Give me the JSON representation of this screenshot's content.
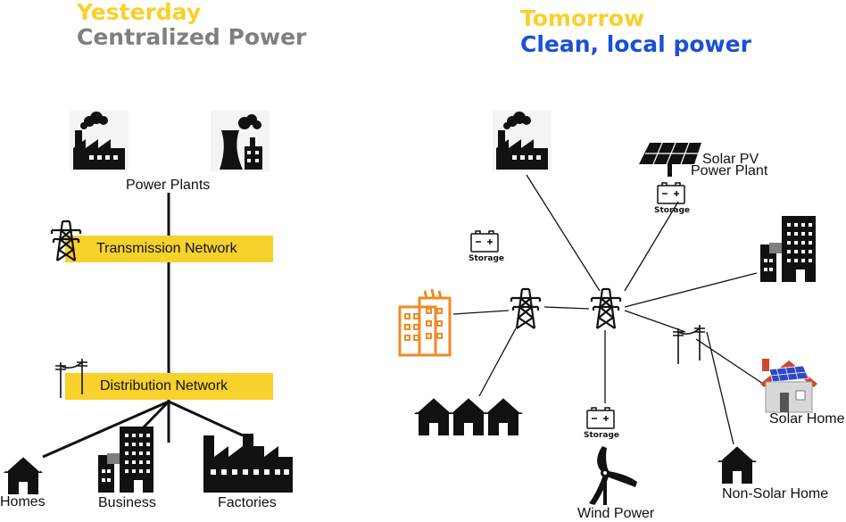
{
  "left": {
    "kicker": "Yesterday",
    "title": "Centralized Power",
    "power_plants_label": "Power Plants",
    "transmission_label": "Transmission Network",
    "distribution_label": "Distribution Network",
    "homes_label": "Homes",
    "business_label": "Business",
    "factories_label": "Factories"
  },
  "right": {
    "kicker": "Tomorrow",
    "title": "Clean, local power",
    "solar_pv_label_1": "Solar PV",
    "solar_pv_label_2": "Power Plant",
    "storage_label": "Storage",
    "solar_home_label": "Solar Home",
    "non_solar_home_label": "Non-Solar Home",
    "wind_power_label": "Wind Power"
  },
  "colors": {
    "kicker": "#f7d12c",
    "left_title": "#808080",
    "right_title": "#1a4fd6",
    "bar": "#f7d12c",
    "orange_building": "#f08a24",
    "roof_red": "#d2462a",
    "solar_blue": "#2d49c8",
    "icon": "#111111"
  },
  "icons": [
    "factory-icon",
    "cooling-tower-icon",
    "transmission-tower-icon",
    "power-pole-icon",
    "house-icon",
    "office-building-icon",
    "solar-panel-icon",
    "battery-icon",
    "wind-turbine-icon",
    "solar-house-icon"
  ]
}
